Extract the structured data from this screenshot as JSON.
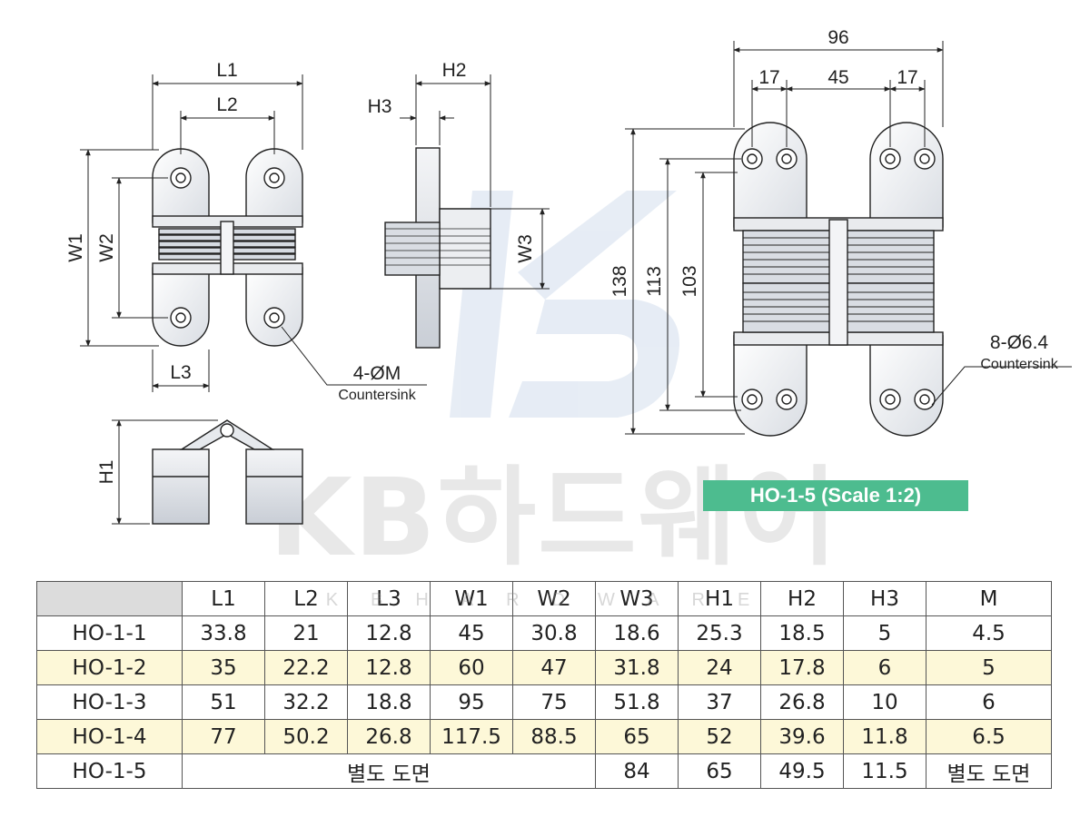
{
  "drawing": {
    "front_labels": {
      "l1": "L1",
      "l2": "L2",
      "l3": "L3",
      "w1": "W1",
      "w2": "W2",
      "hole": "4-ØM",
      "countersink": "Countersink"
    },
    "side_labels": {
      "h2": "H2",
      "h3": "H3",
      "w3": "W3"
    },
    "bottom_labels": {
      "h1": "H1"
    },
    "big_hinge": {
      "dims_top": {
        "overall": "96",
        "left": "17",
        "middle": "45",
        "right": "17"
      },
      "dims_side": {
        "d138": "138",
        "d113": "113",
        "d103": "103"
      },
      "hole": "8-Ø6.4",
      "countersink": "Countersink"
    },
    "scale_badge": "HO-1-5 (Scale 1:2)"
  },
  "watermark": {
    "main": "KB하드웨어",
    "sub": "KBHARDWARE"
  },
  "table": {
    "headers": [
      "",
      "L1",
      "L2",
      "L3",
      "W1",
      "W2",
      "W3",
      "H1",
      "H2",
      "H3",
      "M"
    ],
    "rows": [
      [
        "HO-1-1",
        "33.8",
        "21",
        "12.8",
        "45",
        "30.8",
        "18.6",
        "25.3",
        "18.5",
        "5",
        "4.5"
      ],
      [
        "HO-1-2",
        "35",
        "22.2",
        "12.8",
        "60",
        "47",
        "31.8",
        "24",
        "17.8",
        "6",
        "5"
      ],
      [
        "HO-1-3",
        "51",
        "32.2",
        "18.8",
        "95",
        "75",
        "51.8",
        "37",
        "26.8",
        "10",
        "6"
      ],
      [
        "HO-1-4",
        "77",
        "50.2",
        "26.8",
        "117.5",
        "88.5",
        "65",
        "52",
        "39.6",
        "11.8",
        "6.5"
      ]
    ],
    "last_row": {
      "model": "HO-1-5",
      "separate": "별도 도면",
      "w3": "84",
      "h1": "65",
      "h2": "49.5",
      "h3": "11.5",
      "m": "별도 도면"
    }
  },
  "colors": {
    "badge": "#4dbc8f",
    "highlight_row": "#fdf8d8",
    "header_first": "#dcdcdc"
  }
}
